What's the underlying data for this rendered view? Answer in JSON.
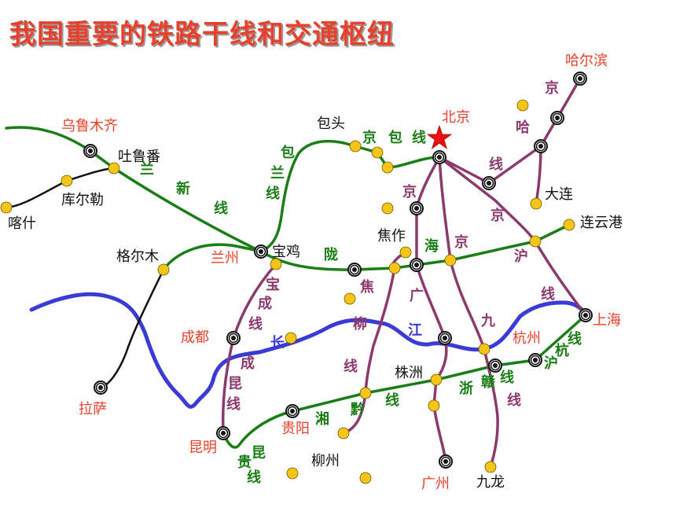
{
  "title": "我国重要的铁路干线和交通枢纽",
  "colors": {
    "green_line": "#1a7d16",
    "purple_line": "#8b3a6e",
    "black_line": "#111111",
    "river": "#3a3ad6",
    "node_fill": "#f5c518",
    "hub_red": "#e8402a",
    "city_black": "#111111",
    "green_text": "#1a7d16",
    "purple_text": "#8b3a6e",
    "river_text": "#3a3ad6",
    "star": "#e81010"
  },
  "cities": {
    "harbin": "哈尔滨",
    "beijing": "北京",
    "baotou": "包头",
    "urumqi": "乌鲁木齐",
    "turpan": "吐鲁番",
    "korla": "库尔勒",
    "kashgar": "喀什",
    "dalian": "大连",
    "lianyungang": "连云港",
    "jiaozuo": "焦作",
    "golmud": "格尔木",
    "baoji": "宝鸡",
    "lanzhou": "兰州",
    "chengdu": "成都",
    "shanghai": "上海",
    "hangzhou": "杭州",
    "zhuzhou": "株洲",
    "lhasa": "拉萨",
    "guiyang": "贵阳",
    "kunming": "昆明",
    "liuzhou": "柳州",
    "guangzhou": "广州",
    "kowloon": "九龙"
  },
  "rail_labels": {
    "jingbao": [
      "京",
      "包",
      "线"
    ],
    "baolan": [
      "包",
      "兰",
      "线"
    ],
    "lanxin": [
      "兰",
      "新",
      "线"
    ],
    "jingha": [
      "京",
      "哈",
      "线"
    ],
    "jinghu": [
      "京",
      "沪",
      "线"
    ],
    "longhai": [
      "陇",
      "海"
    ],
    "jingguang": [
      "京",
      "广"
    ],
    "jingjiu": [
      "京",
      "九"
    ],
    "jiaoliu": [
      "焦",
      "柳",
      "线"
    ],
    "baocheng": [
      "宝",
      "成",
      "线"
    ],
    "chengkun": [
      "成",
      "昆",
      "线"
    ],
    "xiangqian": [
      "湘",
      "黔",
      "线"
    ],
    "zhegan": [
      "浙",
      "赣",
      "线"
    ],
    "huhang": [
      "沪",
      "杭",
      "线"
    ],
    "guikun": [
      "贵",
      "昆",
      "线"
    ],
    "qing_extra": "线"
  },
  "river_label": [
    "长",
    "江"
  ]
}
